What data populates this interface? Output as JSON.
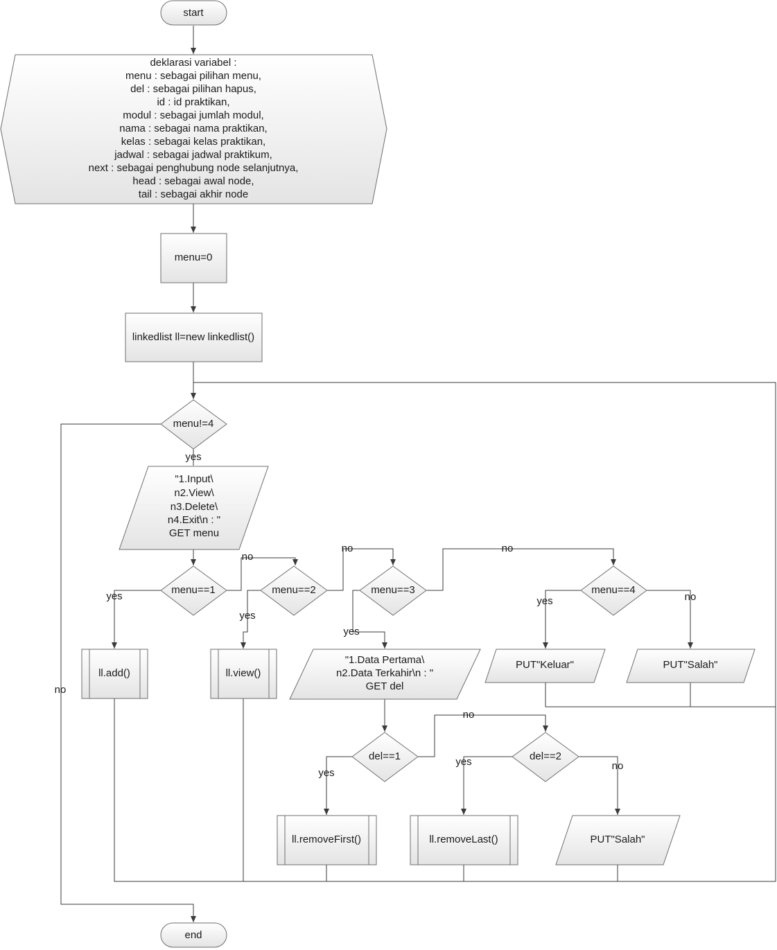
{
  "nodes": {
    "start": "start",
    "declaration": [
      "deklarasi variabel :",
      "menu : sebagai pilihan menu,",
      "del : sebagai pilihan hapus,",
      "id : id praktikan,",
      "modul : sebagai jumlah modul,",
      "nama : sebagai nama praktikan,",
      "kelas : sebagai kelas praktikan,",
      "jadwal : sebagai jadwal praktikum,",
      "next : sebagai penghubung node selanjutnya,",
      "head : sebagai awal node,",
      "tail : sebagai akhir node"
    ],
    "menu_init": "menu=0",
    "linkedlist_init": "linkedlist ll=new linkedlist()",
    "loop_condition": "menu!=4",
    "menu_io": [
      "\"1.Input\\",
      "n2.View\\",
      "n3.Delete\\",
      "n4.Exit\\n : \"",
      "GET menu"
    ],
    "cond_menu1": "menu==1",
    "cond_menu2": "menu==2",
    "cond_menu3": "menu==3",
    "cond_menu4": "menu==4",
    "proc_add": "ll.add()",
    "proc_view": "ll.view()",
    "delete_io": [
      "\"1.Data Pertama\\",
      "n2.Data Terkahir\\n : \"",
      "GET del"
    ],
    "out_keluar": "PUT\"Keluar\"",
    "out_salah1": "PUT\"Salah\"",
    "cond_del1": "del==1",
    "cond_del2": "del==2",
    "proc_remove_first": "ll.removeFirst()",
    "proc_remove_last": "ll.removeLast()",
    "out_salah2": "PUT\"Salah\"",
    "end": "end"
  },
  "edge_labels": {
    "loop_yes": "yes",
    "loop_no": "no",
    "m1_yes": "yes",
    "m1_no": "no",
    "m2_yes": "yes",
    "m2_no": "no",
    "m3_yes": "yes",
    "m3_no": "no",
    "m4_yes": "yes",
    "m4_no": "no",
    "d1_yes": "yes",
    "d1_no": "no",
    "d2_yes": "yes",
    "d2_no": "no"
  }
}
